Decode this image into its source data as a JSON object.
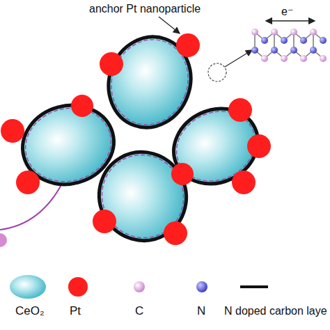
{
  "diagram": {
    "labels": [
      "anchor Pt nanoparticle",
      "e⁻"
    ],
    "legend": [
      {
        "text": "CeO₂"
      },
      {
        "text": "Pt"
      },
      {
        "text": "C"
      },
      {
        "text": "N"
      },
      {
        "text": "N doped carbon laye"
      }
    ]
  }
}
